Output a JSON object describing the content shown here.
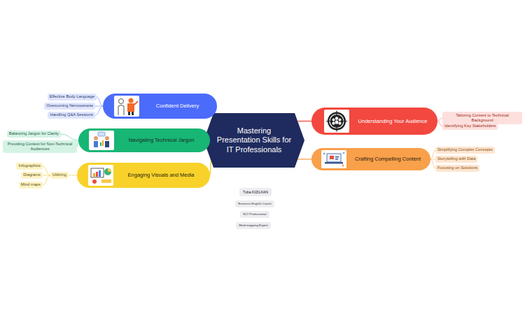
{
  "diagram": {
    "nodes": [
      {
        "text": [
          "Mastering Presentation Skills for IT Professionals"
        ]
      },
      {
        "text": [
          "Confident Delivery"
        ]
      },
      {
        "text": [
          "Effective Body Language"
        ]
      },
      {
        "text": [
          "Overcoming Nervousness"
        ]
      },
      {
        "text": [
          "Handling Q&A Sessions"
        ]
      },
      {
        "text": [
          "Navigating Technical Jargon"
        ]
      },
      {
        "text": [
          "Balancing Jargon for Clarity"
        ]
      },
      {
        "text": [
          "Providing Context for Non-Technical Audiences"
        ]
      },
      {
        "text": [
          "Engaging Visuals and Media"
        ]
      },
      {
        "text": [
          "Utilizing"
        ]
      },
      {
        "text": [
          "Infographics"
        ]
      },
      {
        "text": [
          "Diagrams"
        ]
      },
      {
        "text": [
          "Mind maps"
        ]
      },
      {
        "text": [
          "Understanding Your Audience"
        ]
      },
      {
        "text": [
          "Tailoring Content to Technical Background"
        ]
      },
      {
        "text": [
          "Identifying Key Stakeholders"
        ]
      },
      {
        "text": [
          "Crafting Compelling Content"
        ]
      },
      {
        "text": [
          "Simplifying Complex Concepts"
        ]
      },
      {
        "text": [
          "Storytelling with Data"
        ]
      },
      {
        "text": [
          "Focusing on Solutions"
        ]
      },
      {
        "text": [
          "Tuba KIZILKAN"
        ]
      },
      {
        "text": [
          "Business English Coach"
        ]
      },
      {
        "text": [
          "ELT Professional"
        ]
      },
      {
        "text": [
          "Mind mapping Expert"
        ]
      }
    ],
    "edges": [
      {
        "from": 0,
        "to": 1,
        "arrow": "none"
      },
      {
        "from": 1,
        "to": 2,
        "arrow": "none"
      },
      {
        "from": 1,
        "to": 3,
        "arrow": "none"
      },
      {
        "from": 1,
        "to": 4,
        "arrow": "none"
      },
      {
        "from": 0,
        "to": 5,
        "arrow": "none"
      },
      {
        "from": 5,
        "to": 6,
        "arrow": "none"
      },
      {
        "from": 5,
        "to": 7,
        "arrow": "none"
      },
      {
        "from": 0,
        "to": 8,
        "arrow": "none"
      },
      {
        "from": 8,
        "to": 9,
        "arrow": "none"
      },
      {
        "from": 9,
        "to": 10,
        "arrow": "none"
      },
      {
        "from": 9,
        "to": 11,
        "arrow": "none"
      },
      {
        "from": 9,
        "to": 12,
        "arrow": "none"
      },
      {
        "from": 0,
        "to": 13,
        "arrow": "none"
      },
      {
        "from": 13,
        "to": 14,
        "arrow": "none"
      },
      {
        "from": 13,
        "to": 15,
        "arrow": "none"
      },
      {
        "from": 0,
        "to": 16,
        "arrow": "none"
      },
      {
        "from": 16,
        "to": 17,
        "arrow": "none"
      },
      {
        "from": 16,
        "to": 18,
        "arrow": "none"
      },
      {
        "from": 16,
        "to": 19,
        "arrow": "none"
      }
    ]
  }
}
